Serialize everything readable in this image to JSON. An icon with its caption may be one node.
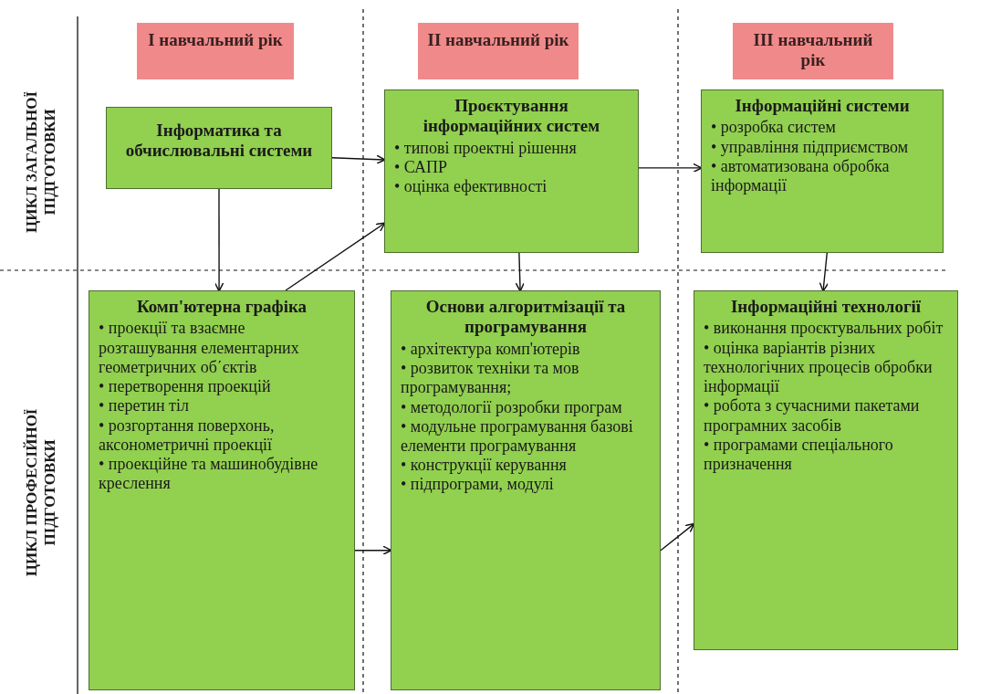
{
  "diagram": {
    "nodes": [
      {
        "text": [
          "І навчальний рік"
        ]
      },
      {
        "text": [
          "ІІ навчальний рік"
        ]
      },
      {
        "text": [
          "ІІІ навчальний рік"
        ]
      },
      {
        "text": [
          "Інформатика та обчислювальні системи"
        ]
      },
      {
        "text": [
          "Проєктування інформаційних систем",
          "• типові проектні рішення",
          "• САПР",
          "• оцінка ефективності"
        ]
      },
      {
        "text": [
          "Інформаційні системи",
          "• розробка систем",
          "• управління підприємством",
          "• автоматизована обробка інформації"
        ]
      },
      {
        "text": [
          "Комп'ютерна графіка",
          "• проекції та взаємне розташування елементарних геометричних об΄єктів",
          "• перетворення проекцій",
          "• перетин тіл",
          "• розгортання поверхонь, аксонометричні проекції",
          "• проекційне та машинобудівне креслення"
        ]
      },
      {
        "text": [
          "Основи алгоритмізації та програмування",
          "• архітектура комп'ютерів",
          "• розвиток техніки та мов програмування;",
          "• методології розробки програм",
          "• модульне програмування базові елементи програмування",
          "• конструкції керування",
          "• підпрограми, модулі"
        ]
      },
      {
        "text": [
          "Інформаційні технології",
          "• виконання проєктувальних робіт",
          "• оцінка варіантів різних технологічних процесів обробки інформації",
          "• робота з сучасними пакетами програмних засобів",
          "• програмами спеціального призначення"
        ]
      }
    ],
    "edges": [
      {
        "from": 3,
        "to": 4,
        "arrow": "to"
      },
      {
        "from": 3,
        "to": 6,
        "arrow": "to"
      },
      {
        "from": 6,
        "to": 4,
        "arrow": "to"
      },
      {
        "from": 4,
        "to": 5,
        "arrow": "to"
      },
      {
        "from": 4,
        "to": 7,
        "arrow": "to"
      },
      {
        "from": 5,
        "to": 8,
        "arrow": "to"
      },
      {
        "from": 6,
        "to": 7,
        "arrow": "to"
      },
      {
        "from": 7,
        "to": 8,
        "arrow": "to"
      }
    ],
    "labels": [
      "ЦИКЛ ЗАГАЛЬНОЇ ПІДГОТОВКИ",
      "ЦИКЛ ПРОФЕСІЙНОЇ ПІДГОТОВКИ"
    ]
  }
}
